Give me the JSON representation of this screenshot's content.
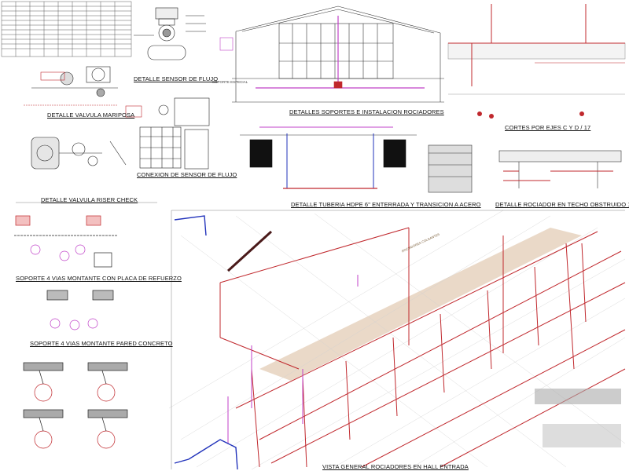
{
  "titles": {
    "sensor_flujo": "DETALLE SENSOR DE FLUJO",
    "valvula_mariposa": "DETALLE VALVULA MARIPOSA",
    "soportes_rociadores": "DETALLES SOPORTES E INSTALACION ROCIADORES",
    "cortes": "CORTES POR EJES C Y D / 17",
    "conexion_sensor": "CONEXION DE SENSOR DE FLUJO",
    "valvula_riser": "DETALLE VALVULA RISER CHECK",
    "tuberia_hdpe": "DETALLE TUBERIA HDPE 6\" ENTERRADA Y TRANSICION A ACERO",
    "rociador_techo": "DETALLE ROCIADOR EN TECHO OBSTRUIDO 1",
    "soporte_placa": "SOPORTE 4 VIAS MONTANTE CON PLACA DE REFUERZO",
    "soporte_pared": "SOPORTE 4 VIAS MONTANTE PARED CONCRETO",
    "vista_general": "VISTA GENERAL ROCIADORES EN HALL ENTRADA"
  },
  "labels": {
    "soporte_especial": "SOPORTE ESPECIAL",
    "banner_text": "ROCIADORES COLGANTES"
  },
  "colors": {
    "pipe_red": "#c0282d",
    "pipe_magenta": "#c042c8",
    "pipe_blue": "#2233bb",
    "zone_tan": "#d8b99a",
    "line_dark": "#333333"
  }
}
